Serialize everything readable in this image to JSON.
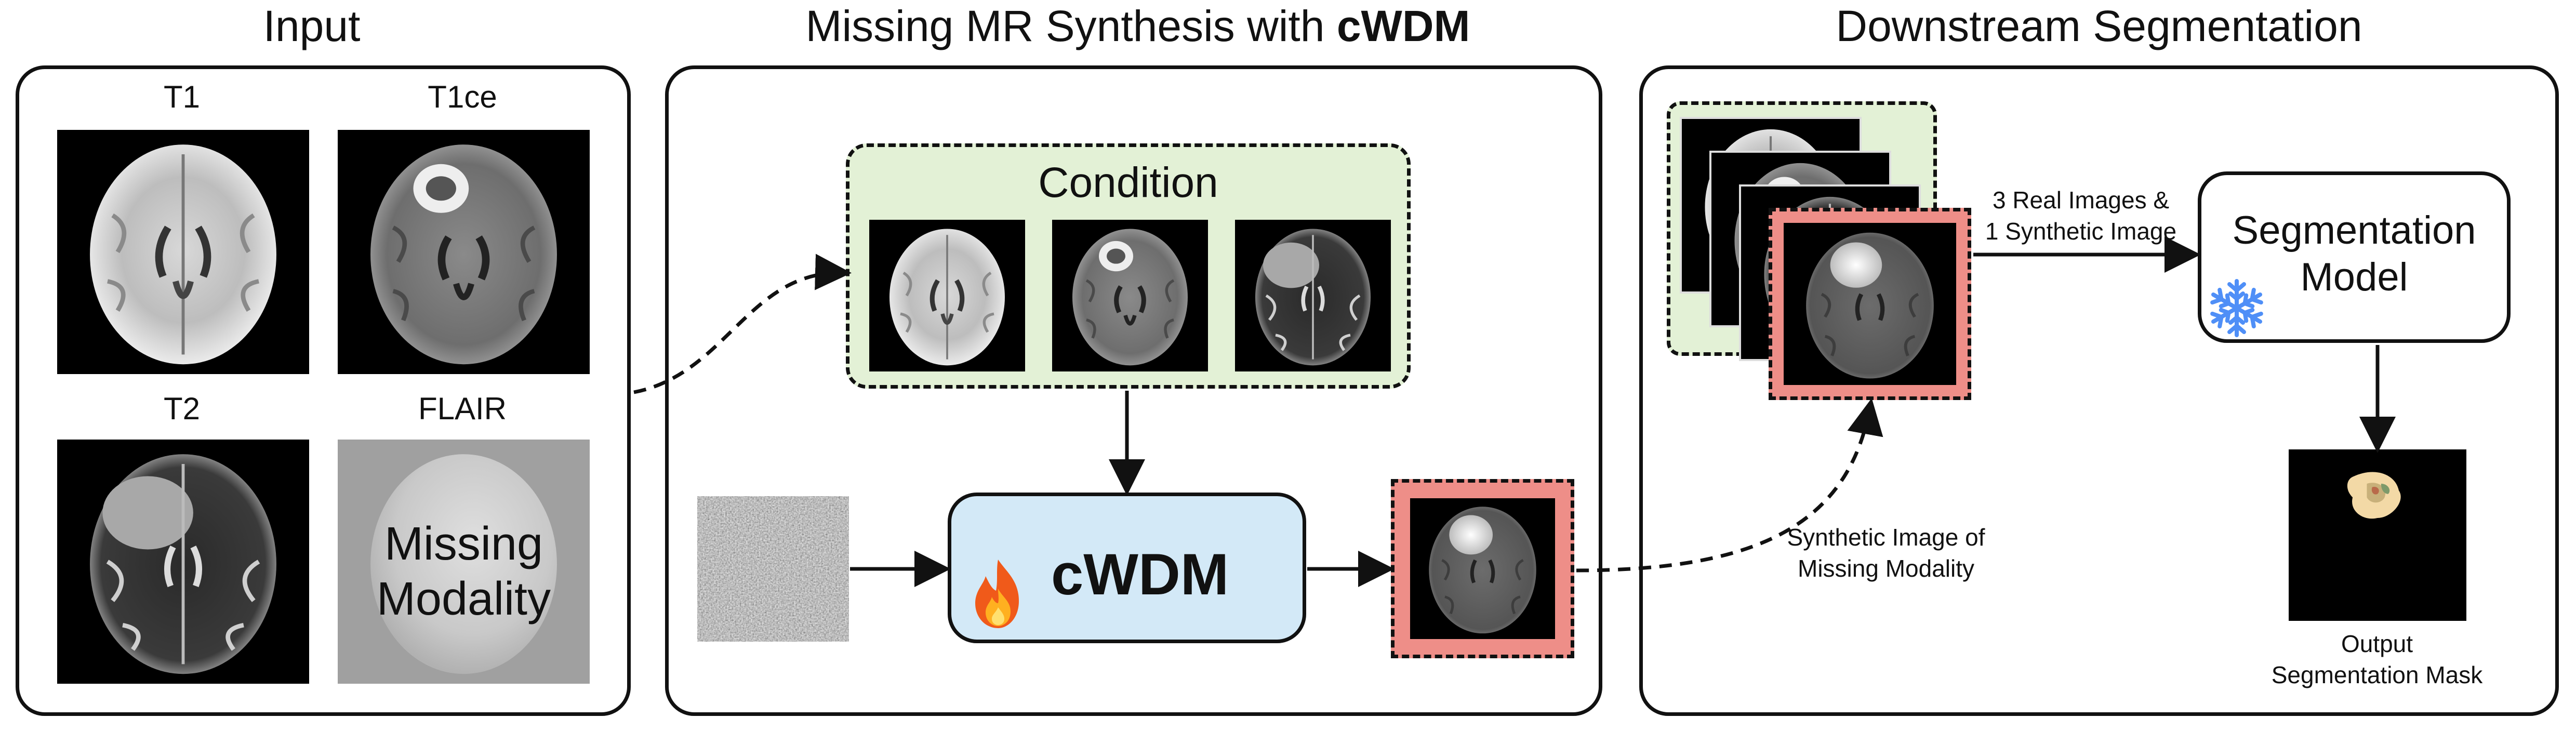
{
  "sections": {
    "input": {
      "title": "Input"
    },
    "synthesis": {
      "title_prefix": "Missing MR Synthesis with ",
      "title_bold": "cWDM"
    },
    "downstream": {
      "title": "Downstream Segmentation"
    }
  },
  "input": {
    "t1_label": "T1",
    "t1ce_label": "T1ce",
    "t2_label": "T2",
    "flair_label": "FLAIR",
    "missing_line1": "Missing",
    "missing_line2": "Modality"
  },
  "synthesis": {
    "condition_label": "Condition",
    "model_label": "cWDM"
  },
  "downstream": {
    "input_caption_line1": "3 Real Images &",
    "input_caption_line2": "1 Synthetic Image",
    "model_line1": "Segmentation",
    "model_line2": "Model",
    "synthetic_caption_line1": "Synthetic Image of",
    "synthetic_caption_line2": "Missing Modality",
    "output_line1": "Output",
    "output_line2": "Segmentation Mask"
  },
  "icons": {
    "trainable": "fire-icon",
    "frozen": "snowflake-icon"
  },
  "colors": {
    "condition_fill": "#e3f1d6",
    "cwdm_fill": "#d3e9f7",
    "synthetic_frame": "#ee8e88",
    "snowflake": "#4f8ff7"
  }
}
